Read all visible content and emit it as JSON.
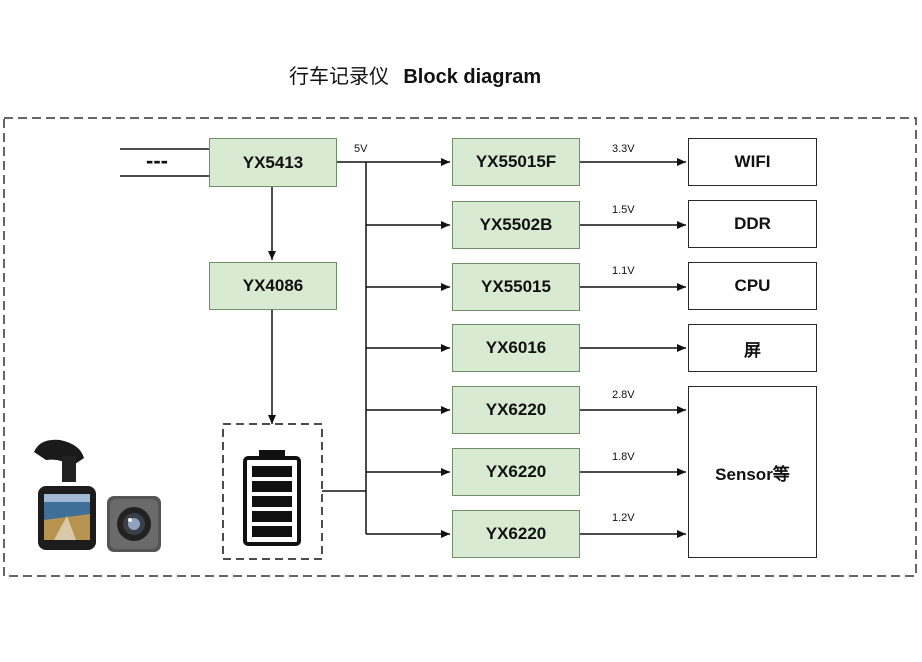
{
  "title": {
    "cn": "行车记录仪",
    "en": "Block diagram"
  },
  "input_dash": "---",
  "top_chain": {
    "chip1": "YX5413",
    "chip2": "YX4086"
  },
  "bus_label": "5V",
  "regulators": [
    {
      "name": "YX55015F",
      "out_voltage": "3.3V",
      "load": "WIFI"
    },
    {
      "name": "YX5502B",
      "out_voltage": "1.5V",
      "load": "DDR"
    },
    {
      "name": "YX55015",
      "out_voltage": "1.1V",
      "load": "CPU"
    },
    {
      "name": "YX6016",
      "out_voltage": "",
      "load": "屏"
    },
    {
      "name": "YX6220",
      "out_voltage": "2.8V",
      "load": "Sensor等"
    },
    {
      "name": "YX6220",
      "out_voltage": "1.8V",
      "load": ""
    },
    {
      "name": "YX6220",
      "out_voltage": "1.2V",
      "load": ""
    }
  ],
  "sensor_label": "Sensor等",
  "battery": {
    "icon": "battery-icon",
    "cells": 5
  },
  "product_images": [
    "dashcam-front-icon",
    "dashcam-lens-icon"
  ],
  "colors": {
    "chip_fill": "#d9ead3",
    "chip_border": "#6e8f66",
    "line": "#111111"
  }
}
